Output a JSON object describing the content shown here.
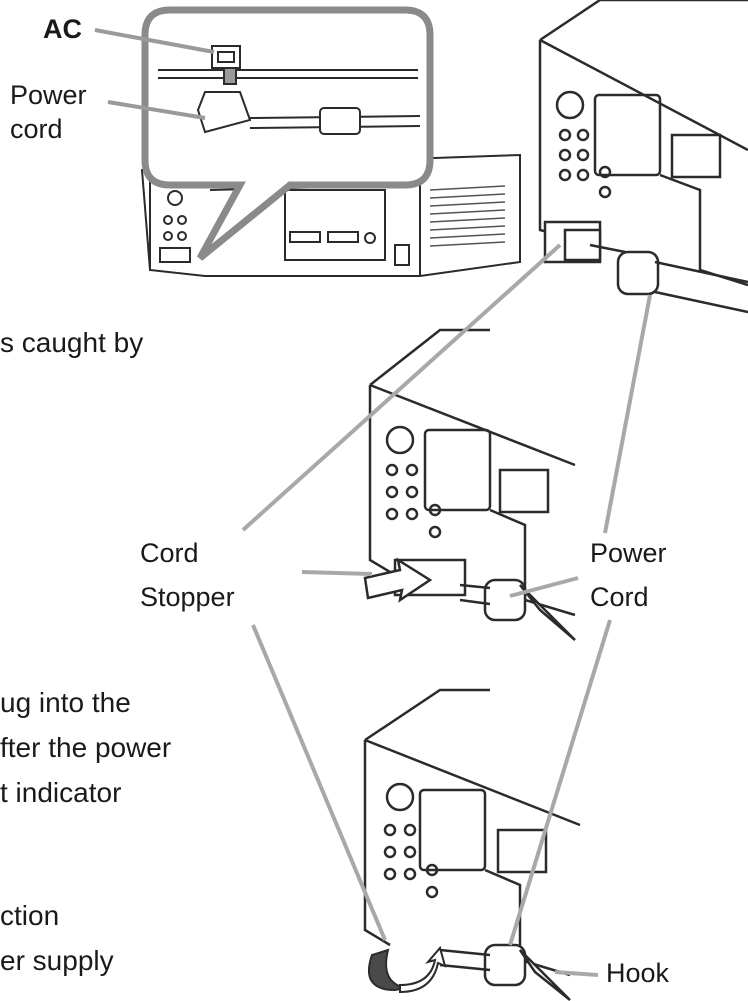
{
  "labels": {
    "ac": "AC",
    "power_cord_top_line1": "Power",
    "power_cord_top_line2": "cord",
    "cord_stopper_line1": "Cord",
    "cord_stopper_line2": "Stopper",
    "power_cord_right_line1": "Power",
    "power_cord_right_line2": "Cord",
    "hook": "Hook"
  },
  "body_text": {
    "line1": "s caught by",
    "line2": "ug into the",
    "line3": "fter the power",
    "line4": "t indicator",
    "line5": "ction",
    "line6": "er supply"
  }
}
